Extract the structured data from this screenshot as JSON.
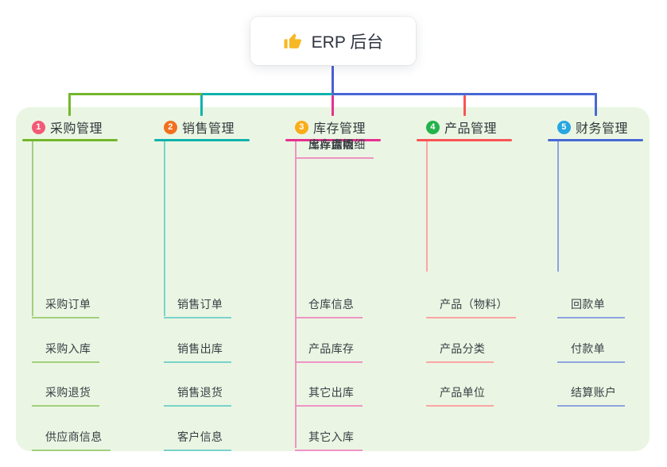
{
  "root": {
    "title": "ERP 后台",
    "icon": "thumbs-up-icon",
    "icon_color": "#f6b823"
  },
  "connector_color": "#4a5ed2",
  "panel_bg": "#eaf6e3",
  "branches": [
    {
      "num": "1",
      "label": "采购管理",
      "children": [
        "采购订单",
        "采购入库",
        "采购退货",
        "供应商信息"
      ],
      "colors": {
        "badge": "#f35976",
        "line": "#74b62c",
        "light": "#a3cf7e"
      }
    },
    {
      "num": "2",
      "label": "销售管理",
      "children": [
        "销售订单",
        "销售出库",
        "销售退货",
        "客户信息"
      ],
      "colors": {
        "badge": "#f2701d",
        "line": "#10b2ac",
        "light": "#7ad2cb"
      }
    },
    {
      "num": "3",
      "label": "库存管理",
      "children": [
        "仓库信息",
        "产品库存",
        "其它出库",
        "其它入库",
        "库存调拨",
        "库存盘点",
        "出库库明细"
      ],
      "colors": {
        "badge": "#fbac18",
        "line": "#e6308f",
        "light": "#ef93c3"
      }
    },
    {
      "num": "4",
      "label": "产品管理",
      "children": [
        "产品（物料）",
        "产品分类",
        "产品单位"
      ],
      "colors": {
        "badge": "#23b24b",
        "line": "#fa5355",
        "light": "#fba4a4"
      }
    },
    {
      "num": "5",
      "label": "财务管理",
      "children": [
        "回款单",
        "付款单",
        "结算账户"
      ],
      "colors": {
        "badge": "#27a6e0",
        "line": "#4968d6",
        "light": "#8fa3e0"
      }
    }
  ]
}
